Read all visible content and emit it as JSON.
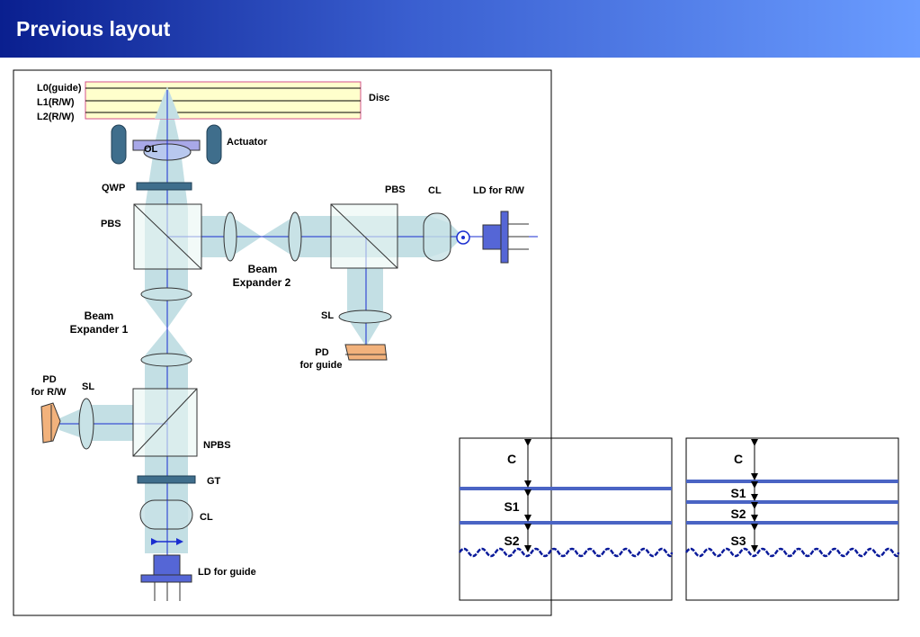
{
  "slide": {
    "title": "Previous layout"
  },
  "diagram": {
    "disc_layers": [
      "L0(guide)",
      "L1(R/W)",
      "L2(R/W)"
    ],
    "disc": "Disc",
    "actuator": "Actuator",
    "ol": "OL",
    "qwp": "QWP",
    "pbs_left": "PBS",
    "pbs_right": "PBS",
    "cl_right": "CL",
    "ld_rw": "LD for R/W",
    "beam_expander_2": [
      "Beam",
      "Expander 2"
    ],
    "beam_expander_1": [
      "Beam",
      "Expander 1"
    ],
    "sl_guide": "SL",
    "pd_guide": [
      "PD",
      "for guide"
    ],
    "pd_rw": [
      "PD",
      "for R/W"
    ],
    "sl_rw": "SL",
    "npbs": "NPBS",
    "gt": "GT",
    "cl_bottom": "CL",
    "ld_guide": "LD for guide"
  },
  "layer_stack_a": {
    "labels": [
      "C",
      "S1",
      "S2"
    ]
  },
  "layer_stack_b": {
    "labels": [
      "C",
      "S1",
      "S2",
      "S3"
    ]
  },
  "colors": {
    "beam": "#c3dfe4",
    "lens": "#c8e2e6",
    "component_dark": "#3f6e8c",
    "component_blue": "#5566d6",
    "detector": "#f2b27c",
    "layer_line": "#4a64c4",
    "grating": "#0a1a9a"
  }
}
